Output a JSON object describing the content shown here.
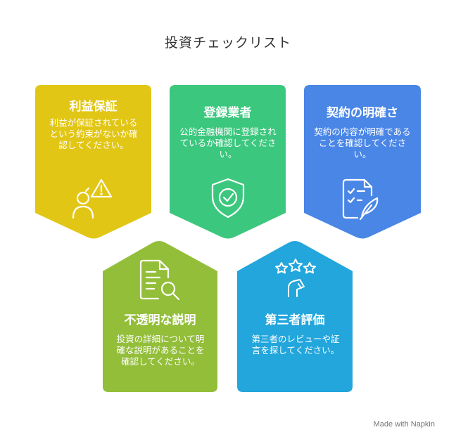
{
  "title": "投資チェックリスト",
  "cards": [
    {
      "heading": "利益保証",
      "description": "利益が保証されているという約束がないか確認してください。",
      "color": "#E2C616",
      "icon": "person-warning-icon"
    },
    {
      "heading": "登録業者",
      "description": "公的金融機関に登録されているか確認してください。",
      "color": "#3CC77E",
      "icon": "shield-check-icon"
    },
    {
      "heading": "契約の明確さ",
      "description": "契約の内容が明確であることを確認してください。",
      "color": "#4A86E6",
      "icon": "document-checklist-icon"
    },
    {
      "heading": "不透明な説明",
      "description": "投資の詳細について明確な説明があることを確認してください。",
      "color": "#93BE39",
      "icon": "document-search-icon"
    },
    {
      "heading": "第三者評価",
      "description": "第三者のレビューや証言を探してください。",
      "color": "#22A6DC",
      "icon": "stars-review-icon"
    }
  ],
  "watermark": "Made with Napkin"
}
